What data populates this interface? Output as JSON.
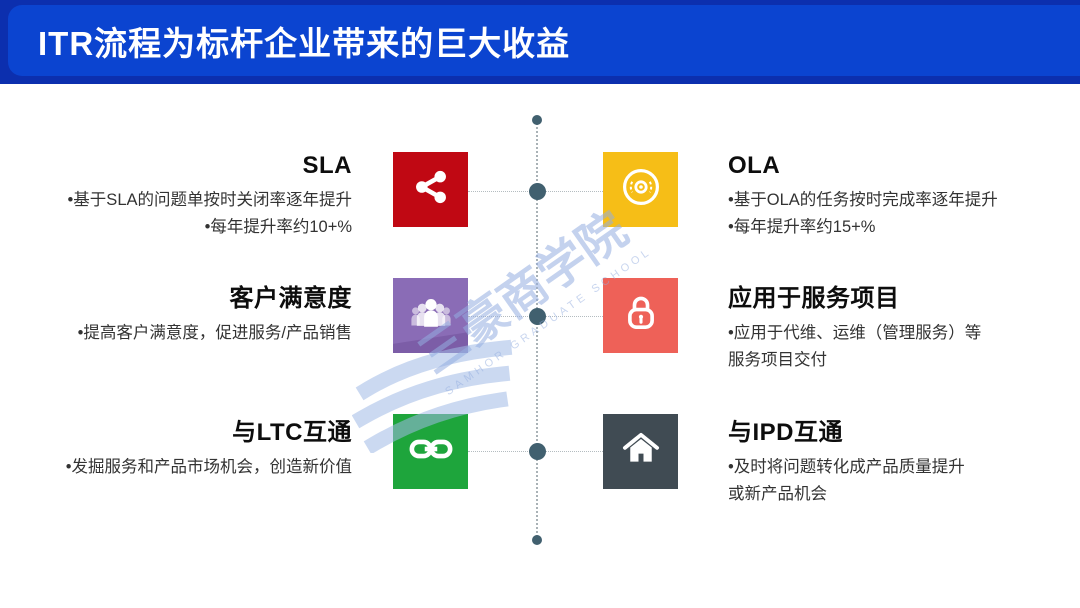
{
  "header": {
    "title": "ITR流程为标杆企业带来的巨大收益"
  },
  "watermark": {
    "text": "三豪商学院",
    "subtext": "SAMHOR GRADUATE SCHOOL"
  },
  "sections": {
    "left": [
      {
        "title": "SLA",
        "bullets": [
          "•基于SLA的问题单按时关闭率逐年提升",
          "•每年提升率约10+%"
        ],
        "icon": "share-icon",
        "color": "#C00813"
      },
      {
        "title": "客户满意度",
        "bullets": [
          "•提高客户满意度，促进服务/产品销售"
        ],
        "icon": "people-icon",
        "color": "#8A6CB6"
      },
      {
        "title": "与LTC互通",
        "bullets": [
          "•发掘服务和产品市场机会，创造新价值"
        ],
        "icon": "link-icon",
        "color": "#1EA53C"
      }
    ],
    "right": [
      {
        "title": "OLA",
        "bullets": [
          "•基于OLA的任务按时完成率逐年提升",
          "•每年提升率约15+%"
        ],
        "icon": "disc-icon",
        "color": "#F6BE17"
      },
      {
        "title": "应用于服务项目",
        "bullets": [
          "•应用于代维、运维（管理服务）等",
          "服务项目交付"
        ],
        "icon": "lock-icon",
        "color": "#EE6158"
      },
      {
        "title": "与IPD互通",
        "bullets": [
          "•及时将问题转化成产品质量提升",
          "或新产品机会"
        ],
        "icon": "home-icon",
        "color": "#404B53"
      }
    ]
  },
  "colors": {
    "header_outer": "#0C2FAE",
    "header_bar": "#0B44D0",
    "timeline": "#A9B2B6",
    "timeline_node": "#41606F",
    "watermark": "#94ADE0"
  }
}
